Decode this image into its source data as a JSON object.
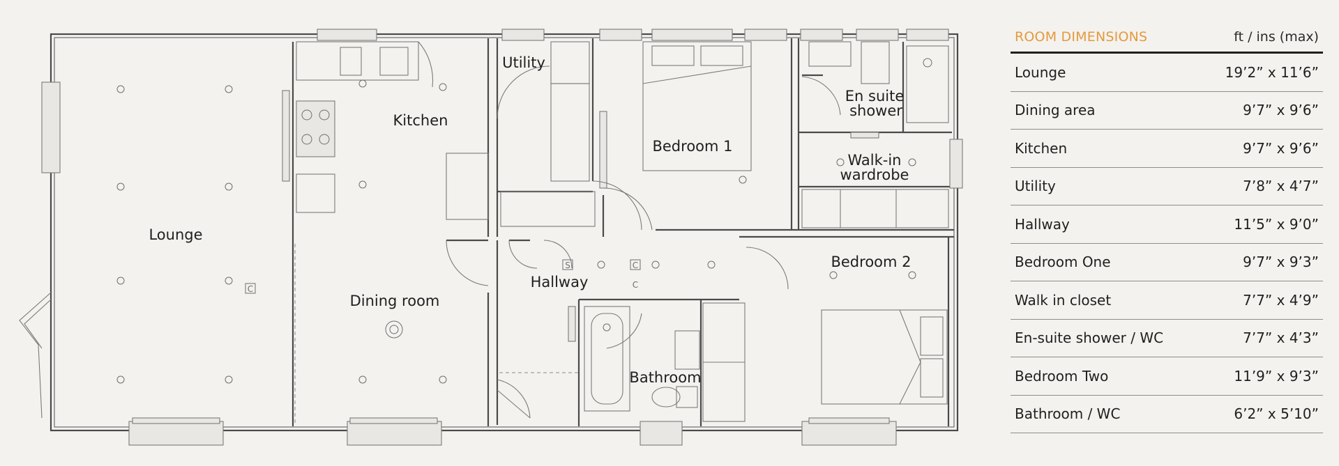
{
  "plan": {
    "rooms": {
      "lounge": "Lounge",
      "kitchen": "Kitchen",
      "dining_room": "Dining room",
      "utility": "Utility",
      "hallway": "Hallway",
      "bedroom1": "Bedroom 1",
      "ensuite_line1": "En suite",
      "ensuite_line2": "shower",
      "walkin_line1": "Walk-in",
      "walkin_line2": "wardrobe",
      "bedroom2": "Bedroom 2",
      "bathroom": "Bathroom"
    }
  },
  "dimensions": {
    "title": "ROOM DIMENSIONS",
    "units": "ft / ins (max)",
    "title_color": "#e39a3c",
    "rows": [
      {
        "room": "Lounge",
        "size": "19’2” x 11’6”"
      },
      {
        "room": "Dining area",
        "size": "9’7” x 9’6”"
      },
      {
        "room": "Kitchen",
        "size": "9’7” x 9’6”"
      },
      {
        "room": "Utility",
        "size": "7’8” x 4’7”"
      },
      {
        "room": "Hallway",
        "size": "11’5” x 9’0”"
      },
      {
        "room": "Bedroom One",
        "size": "9’7” x 9’3”"
      },
      {
        "room": "Walk in closet",
        "size": "7’7” x 4’9”"
      },
      {
        "room": "En-suite shower / WC",
        "size": "7’7” x 4’3”"
      },
      {
        "room": "Bedroom Two",
        "size": "11’9” x 9’3”"
      },
      {
        "room": "Bathroom / WC",
        "size": "6’2” x 5’10”"
      }
    ]
  }
}
